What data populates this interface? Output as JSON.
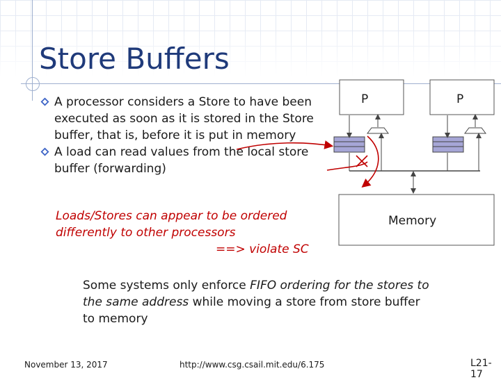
{
  "slide": {
    "title": "Store Buffers",
    "bullets": [
      "A processor considers a Store to have been executed as soon as it is stored in the Store buffer, that is, before it is put in memory",
      "A load can read values from the  local store buffer (forwarding)"
    ],
    "note": {
      "line1": "Loads/Stores can appear to be ordered",
      "line2": "differently to other processors",
      "line3": "==> violate SC"
    },
    "fifo": {
      "text1": "Some systems only enforce ",
      "em1": "FIFO ordering for the stores to the same address",
      "text2": " while moving a store from store buffer to memory"
    }
  },
  "diagram": {
    "processor_left": "P",
    "processor_right": "P",
    "memory_label": "Memory"
  },
  "footer": {
    "date": "November 13, 2017",
    "url": "http://www.csg.csail.mit.edu/6.175",
    "slide_number": "L21-17"
  },
  "colors": {
    "title": "#1f3a7a",
    "note": "#c00000",
    "bullet": "#3b63c6",
    "buffer": "#a6a6d6",
    "arrow_red": "#c00000"
  }
}
